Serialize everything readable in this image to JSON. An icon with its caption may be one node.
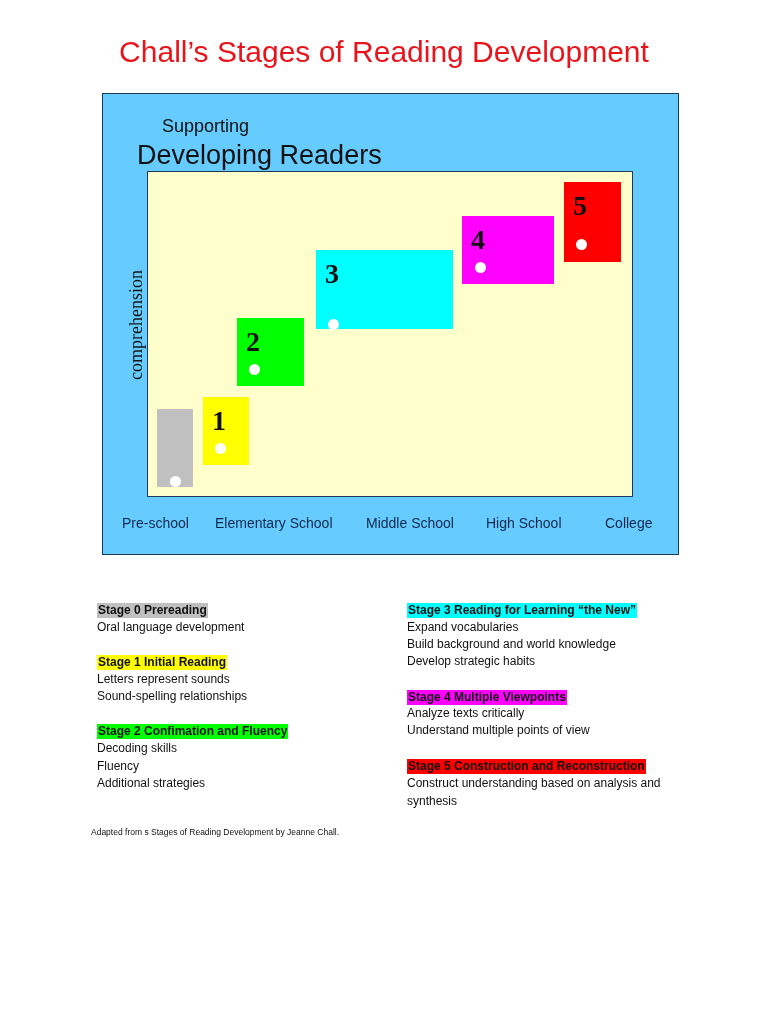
{
  "diagram": {
    "title": "Chall’s Stages of Reading Development",
    "caption": "Adapted from s Stages of Reading Development by Jeanne Chall.",
    "nodes": [
      {
        "text": [
          "Supporting",
          "Developing Readers"
        ]
      },
      {
        "text": [],
        "shape": "box",
        "in": 0
      },
      {
        "text": [],
        "shape": "bar",
        "in": 1
      },
      {
        "text": [
          "1"
        ],
        "in": 1
      },
      {
        "text": [
          "2"
        ],
        "in": 1
      },
      {
        "text": [
          "3"
        ],
        "in": 1
      },
      {
        "text": [
          "4"
        ],
        "in": 1
      },
      {
        "text": [
          "5"
        ],
        "in": 1
      }
    ],
    "edges": [],
    "labels": [
      "comprehension",
      "Pre-school",
      "Elementary School",
      "Middle School",
      "High School",
      "College",
      "Oral language development",
      "Letters represent sounds",
      "Sound-spelling relationships",
      "Decoding skills",
      "Fluency",
      "Additional strategies",
      "Expand vocabularies",
      "Build background and world knowledge",
      "Develop strategic habits",
      "Analyze texts critically",
      "Understand multiple points of view",
      "Construct understanding based on analysis and synthesis"
    ],
    "legend": [
      {
        "text": "Stage 0 Prereading",
        "color": "#c0c0c0"
      },
      {
        "text": "Stage 1 Initial Reading",
        "color": "#ffff00"
      },
      {
        "text": "Stage 2 Confimation and Fluency",
        "color": "#00ff00"
      },
      {
        "text": "Stage 3 Reading for Learning “the New”",
        "color": "#00ffff"
      },
      {
        "text": "Stage 4 Multiple Viewpoints",
        "color": "#ff00ff"
      },
      {
        "text": "Stage 5 Construction and Reconstruction",
        "color": "#ff0000"
      }
    ]
  }
}
